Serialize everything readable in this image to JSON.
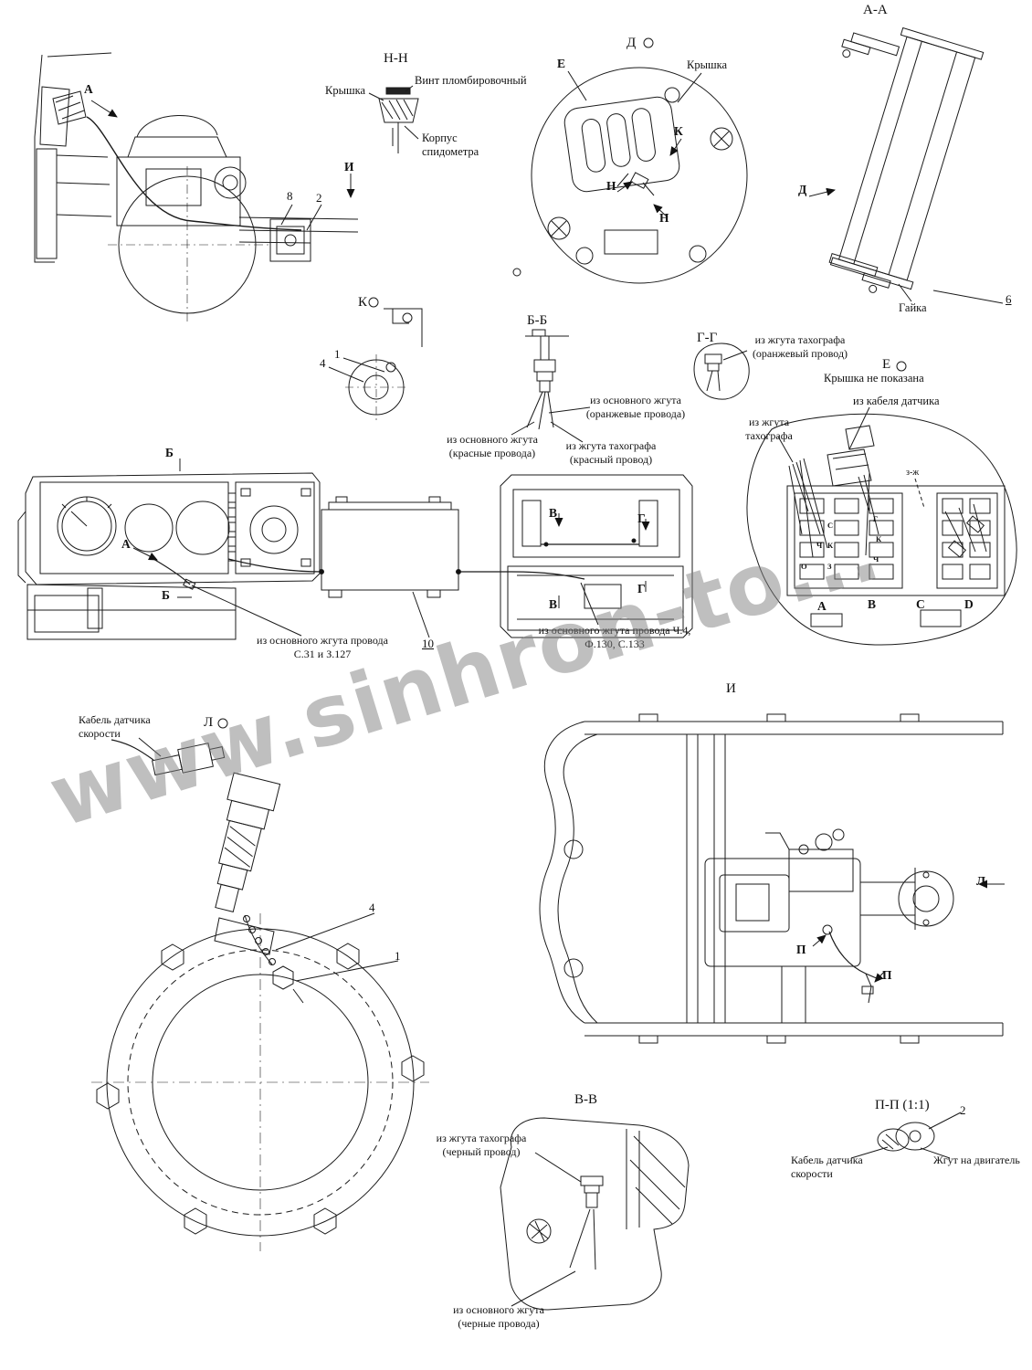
{
  "watermark": "www.sinhron-to...",
  "views": {
    "side": {
      "a": "А",
      "n8": "8",
      "n2": "2",
      "i": "И"
    },
    "nn": {
      "title": "Н-Н",
      "cover": "Крышка",
      "screw": "Винт пломбировочный",
      "body": "Корпус спидометра"
    },
    "d": {
      "title": "Д",
      "e": "Е",
      "cover": "Крышка",
      "k": "К",
      "n1": "Н",
      "n2": "Н"
    },
    "aa": {
      "title": "А-А",
      "d": "Д",
      "nut": "Гайка",
      "n6": "6"
    },
    "k": {
      "title": "К",
      "n4": "4",
      "n1": "1"
    },
    "bb": {
      "title": "Б-Б",
      "orange_main": "из основного жгута (оранжевые провода)",
      "red_main": "из основного жгута (красные провода)",
      "red_tacho": "из жгута тахографа (красный провод)"
    },
    "gg": {
      "title": "Г-Г",
      "orange_tacho": "из жгута тахографа (оранжевый провод)"
    },
    "e": {
      "title": "Е",
      "note": "Крышка не показана",
      "cable": "из кабеля датчика",
      "tacho": "из жгута тахографа",
      "zh": "з-ж",
      "cols": [
        "А",
        "В",
        "С",
        "D"
      ],
      "codes_left": [
        "С",
        "Ч",
        "К",
        "О",
        "З"
      ],
      "codes_mid": [
        "Г",
        "К",
        "Ч"
      ]
    },
    "dash": {
      "b_top": "Б",
      "b_bot": "Б",
      "a": "А",
      "left_label": "из основного жгута провода С.31 и З.127",
      "n10": "10",
      "right_label": "из основного жгута провода Ч.4, Ф.130, С.133",
      "v_top": "В",
      "v_bot": "В",
      "g_top": "Г",
      "g_bot": "Г"
    },
    "l": {
      "title": "Л",
      "cable": "Кабель датчика скорости",
      "n4": "4",
      "n1": "1"
    },
    "i": {
      "title": "И",
      "l": "Л",
      "p1": "П",
      "p2": "П"
    },
    "vv": {
      "title": "В-В",
      "black_tacho": "из жгута тахографа (черный провод)",
      "black_main": "из основного жгута (черные провода)"
    },
    "pp": {
      "title": "П-П (1:1)",
      "n2": "2",
      "cable": "Кабель датчика скорости",
      "harness": "Жгут на двигатель"
    }
  }
}
